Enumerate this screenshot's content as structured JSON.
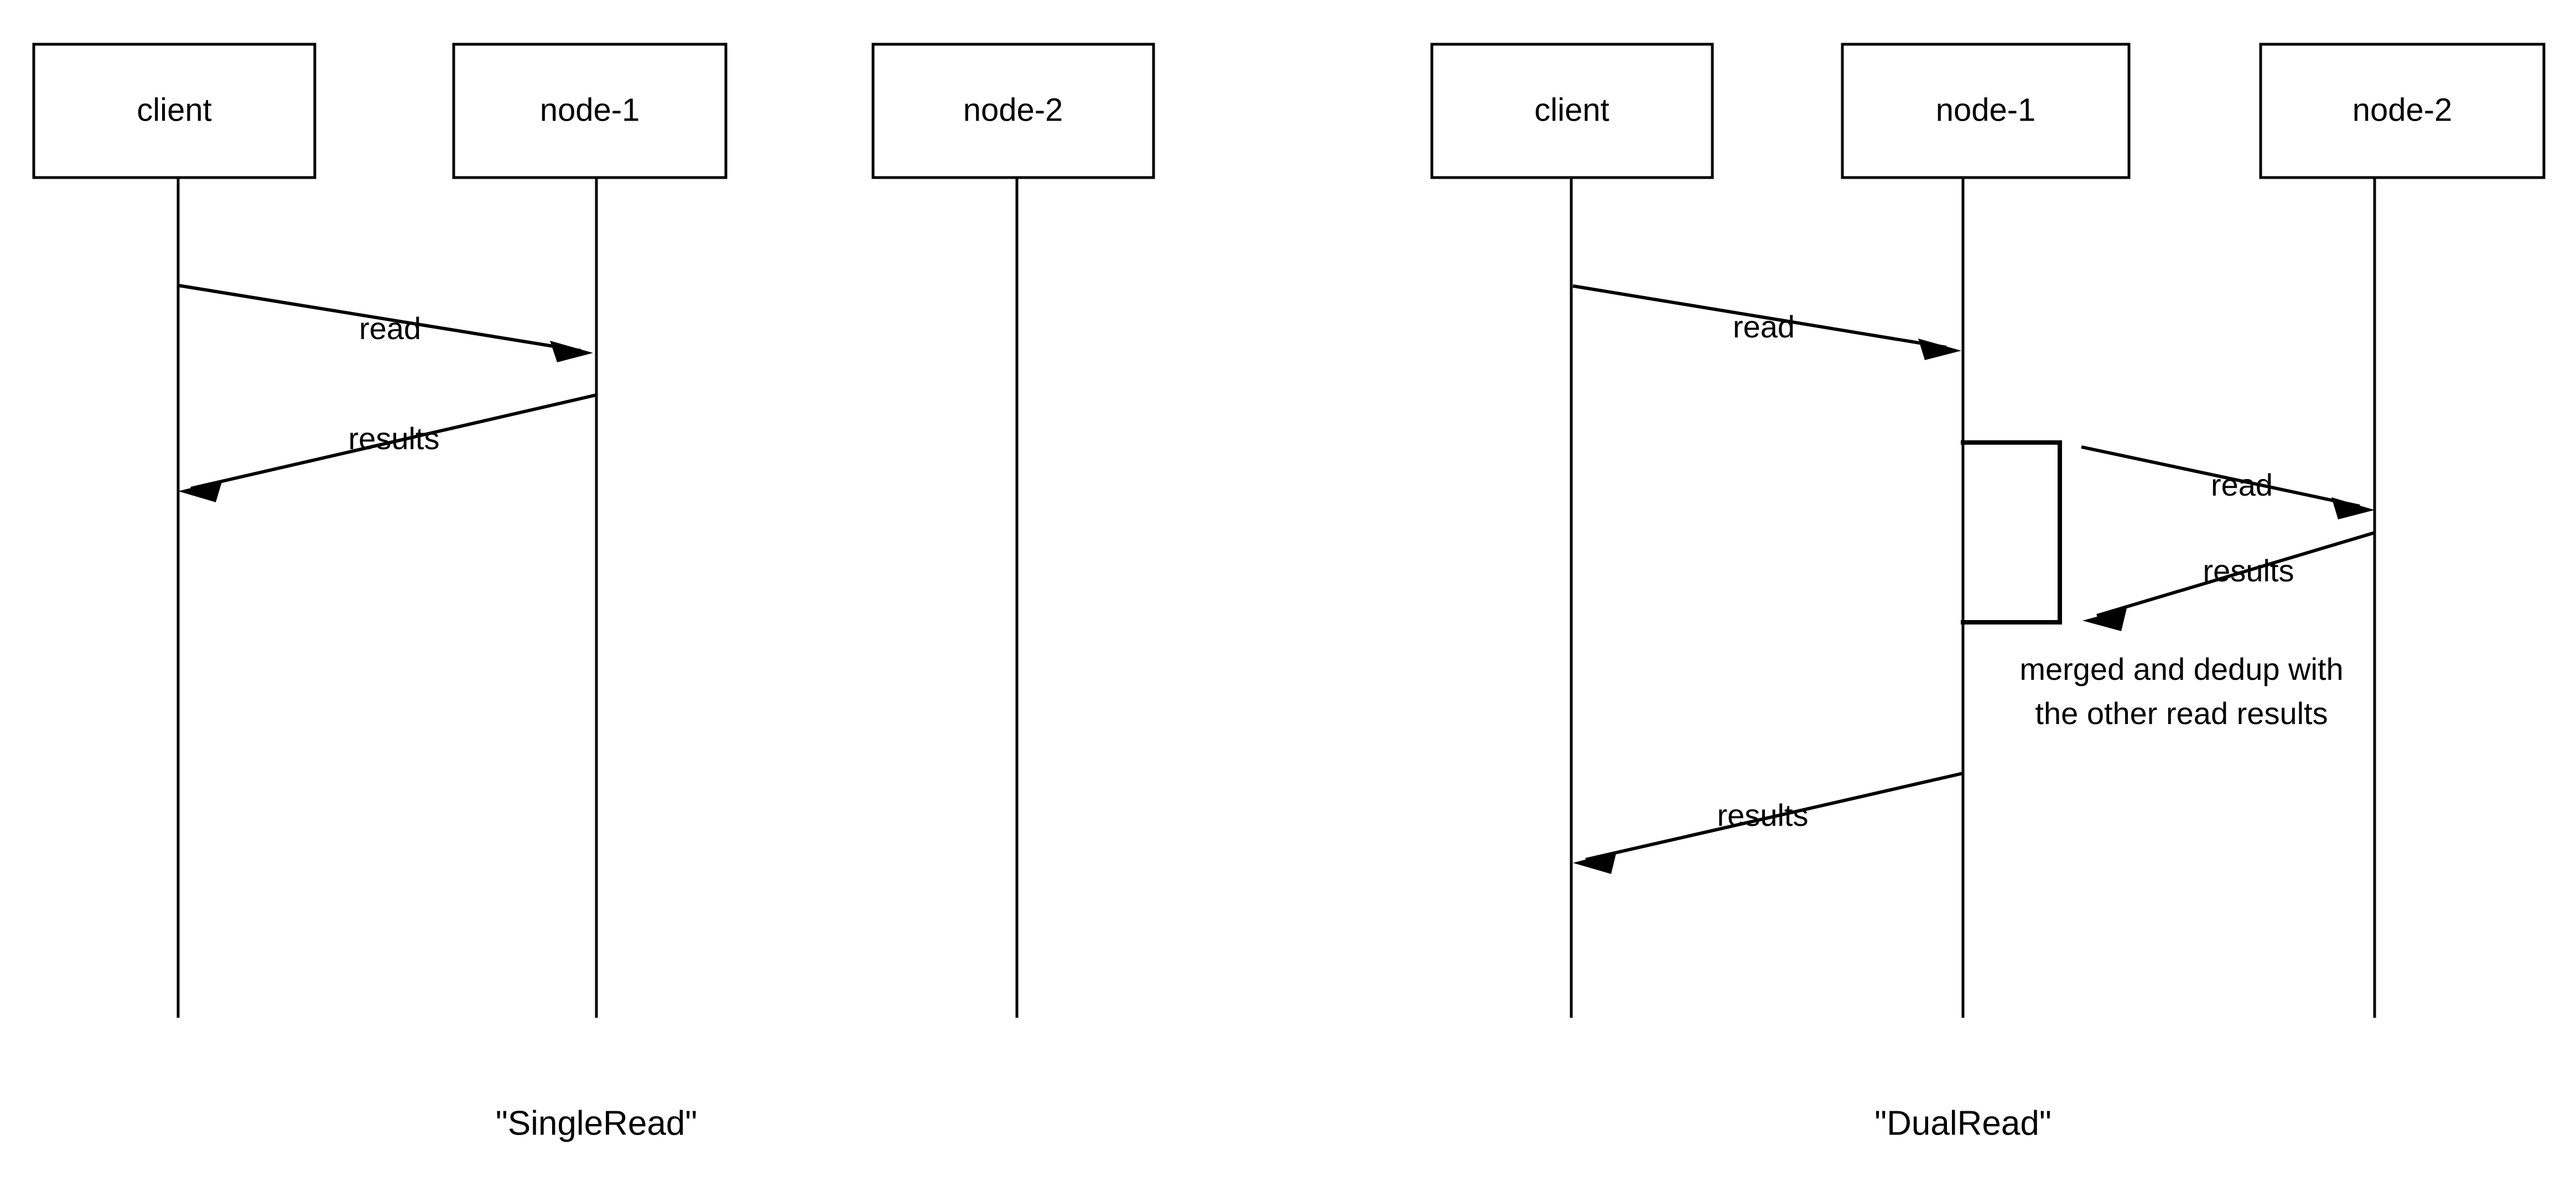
{
  "diagrams": [
    {
      "caption": "\"SingleRead\"",
      "participants": [
        {
          "label": "client"
        },
        {
          "label": "node-1"
        },
        {
          "label": "node-2"
        }
      ],
      "messages": [
        {
          "label": "read",
          "from": "client",
          "to": "node-1"
        },
        {
          "label": "results",
          "from": "node-1",
          "to": "client"
        }
      ],
      "notes": []
    },
    {
      "caption": "\"DualRead\"",
      "participants": [
        {
          "label": "client"
        },
        {
          "label": "node-1"
        },
        {
          "label": "node-2"
        }
      ],
      "messages": [
        {
          "label": "read",
          "from": "client",
          "to": "node-1"
        },
        {
          "label": "read",
          "from": "node-1",
          "to": "node-2"
        },
        {
          "label": "results",
          "from": "node-2",
          "to": "node-1"
        },
        {
          "label": "results",
          "from": "node-1",
          "to": "client"
        }
      ],
      "notes": [
        {
          "line1": "merged and dedup with",
          "line2": "the other read results"
        }
      ]
    }
  ],
  "colors": {
    "stroke": "#000000",
    "background": "#ffffff",
    "text": "#000000"
  }
}
